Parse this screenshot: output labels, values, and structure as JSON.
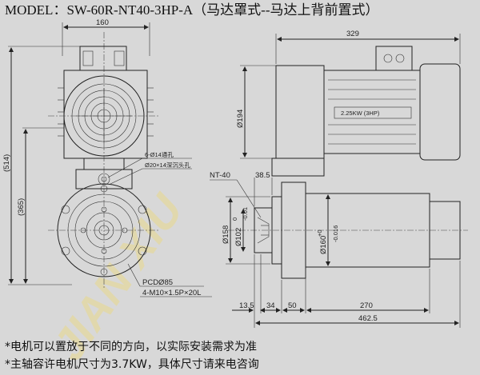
{
  "title": "MODEL：SW-60R-NT40-3HP-A（马达罩式--马达上背前置式）",
  "watermark": "JIAN XIU",
  "front_view": {
    "width_160": "160",
    "height_514": "(514)",
    "height_365": "(365)",
    "hole_note_1": "6-Ø14通孔",
    "hole_note_2": "Ø20×14深沉头孔",
    "pcd": "PCDØ85",
    "thread": "4-M10×1.5P×20L"
  },
  "side_view": {
    "length_329": "329",
    "dia_194": "Ø194",
    "motor_label": "2.25KW (3HP)",
    "taper": "NT-40",
    "dim_385": "38.5",
    "dia_158": "Ø158",
    "dia_102": "Ø102",
    "tol_102_top": "0",
    "tol_102_bot": "-0.01",
    "dia_160": "Ø160",
    "tol_160_top": "+0",
    "tol_160_bot": "-0.016",
    "dim_135": "13.5",
    "dim_34": "34",
    "dim_50": "50",
    "dim_270": "270",
    "dim_4625": "462.5"
  },
  "notes": [
    "*电机可以置放于不同的方向，以实际安装需求为准",
    "*主轴容许电机尺寸为3.7KW，具体尺寸请来电咨询"
  ]
}
